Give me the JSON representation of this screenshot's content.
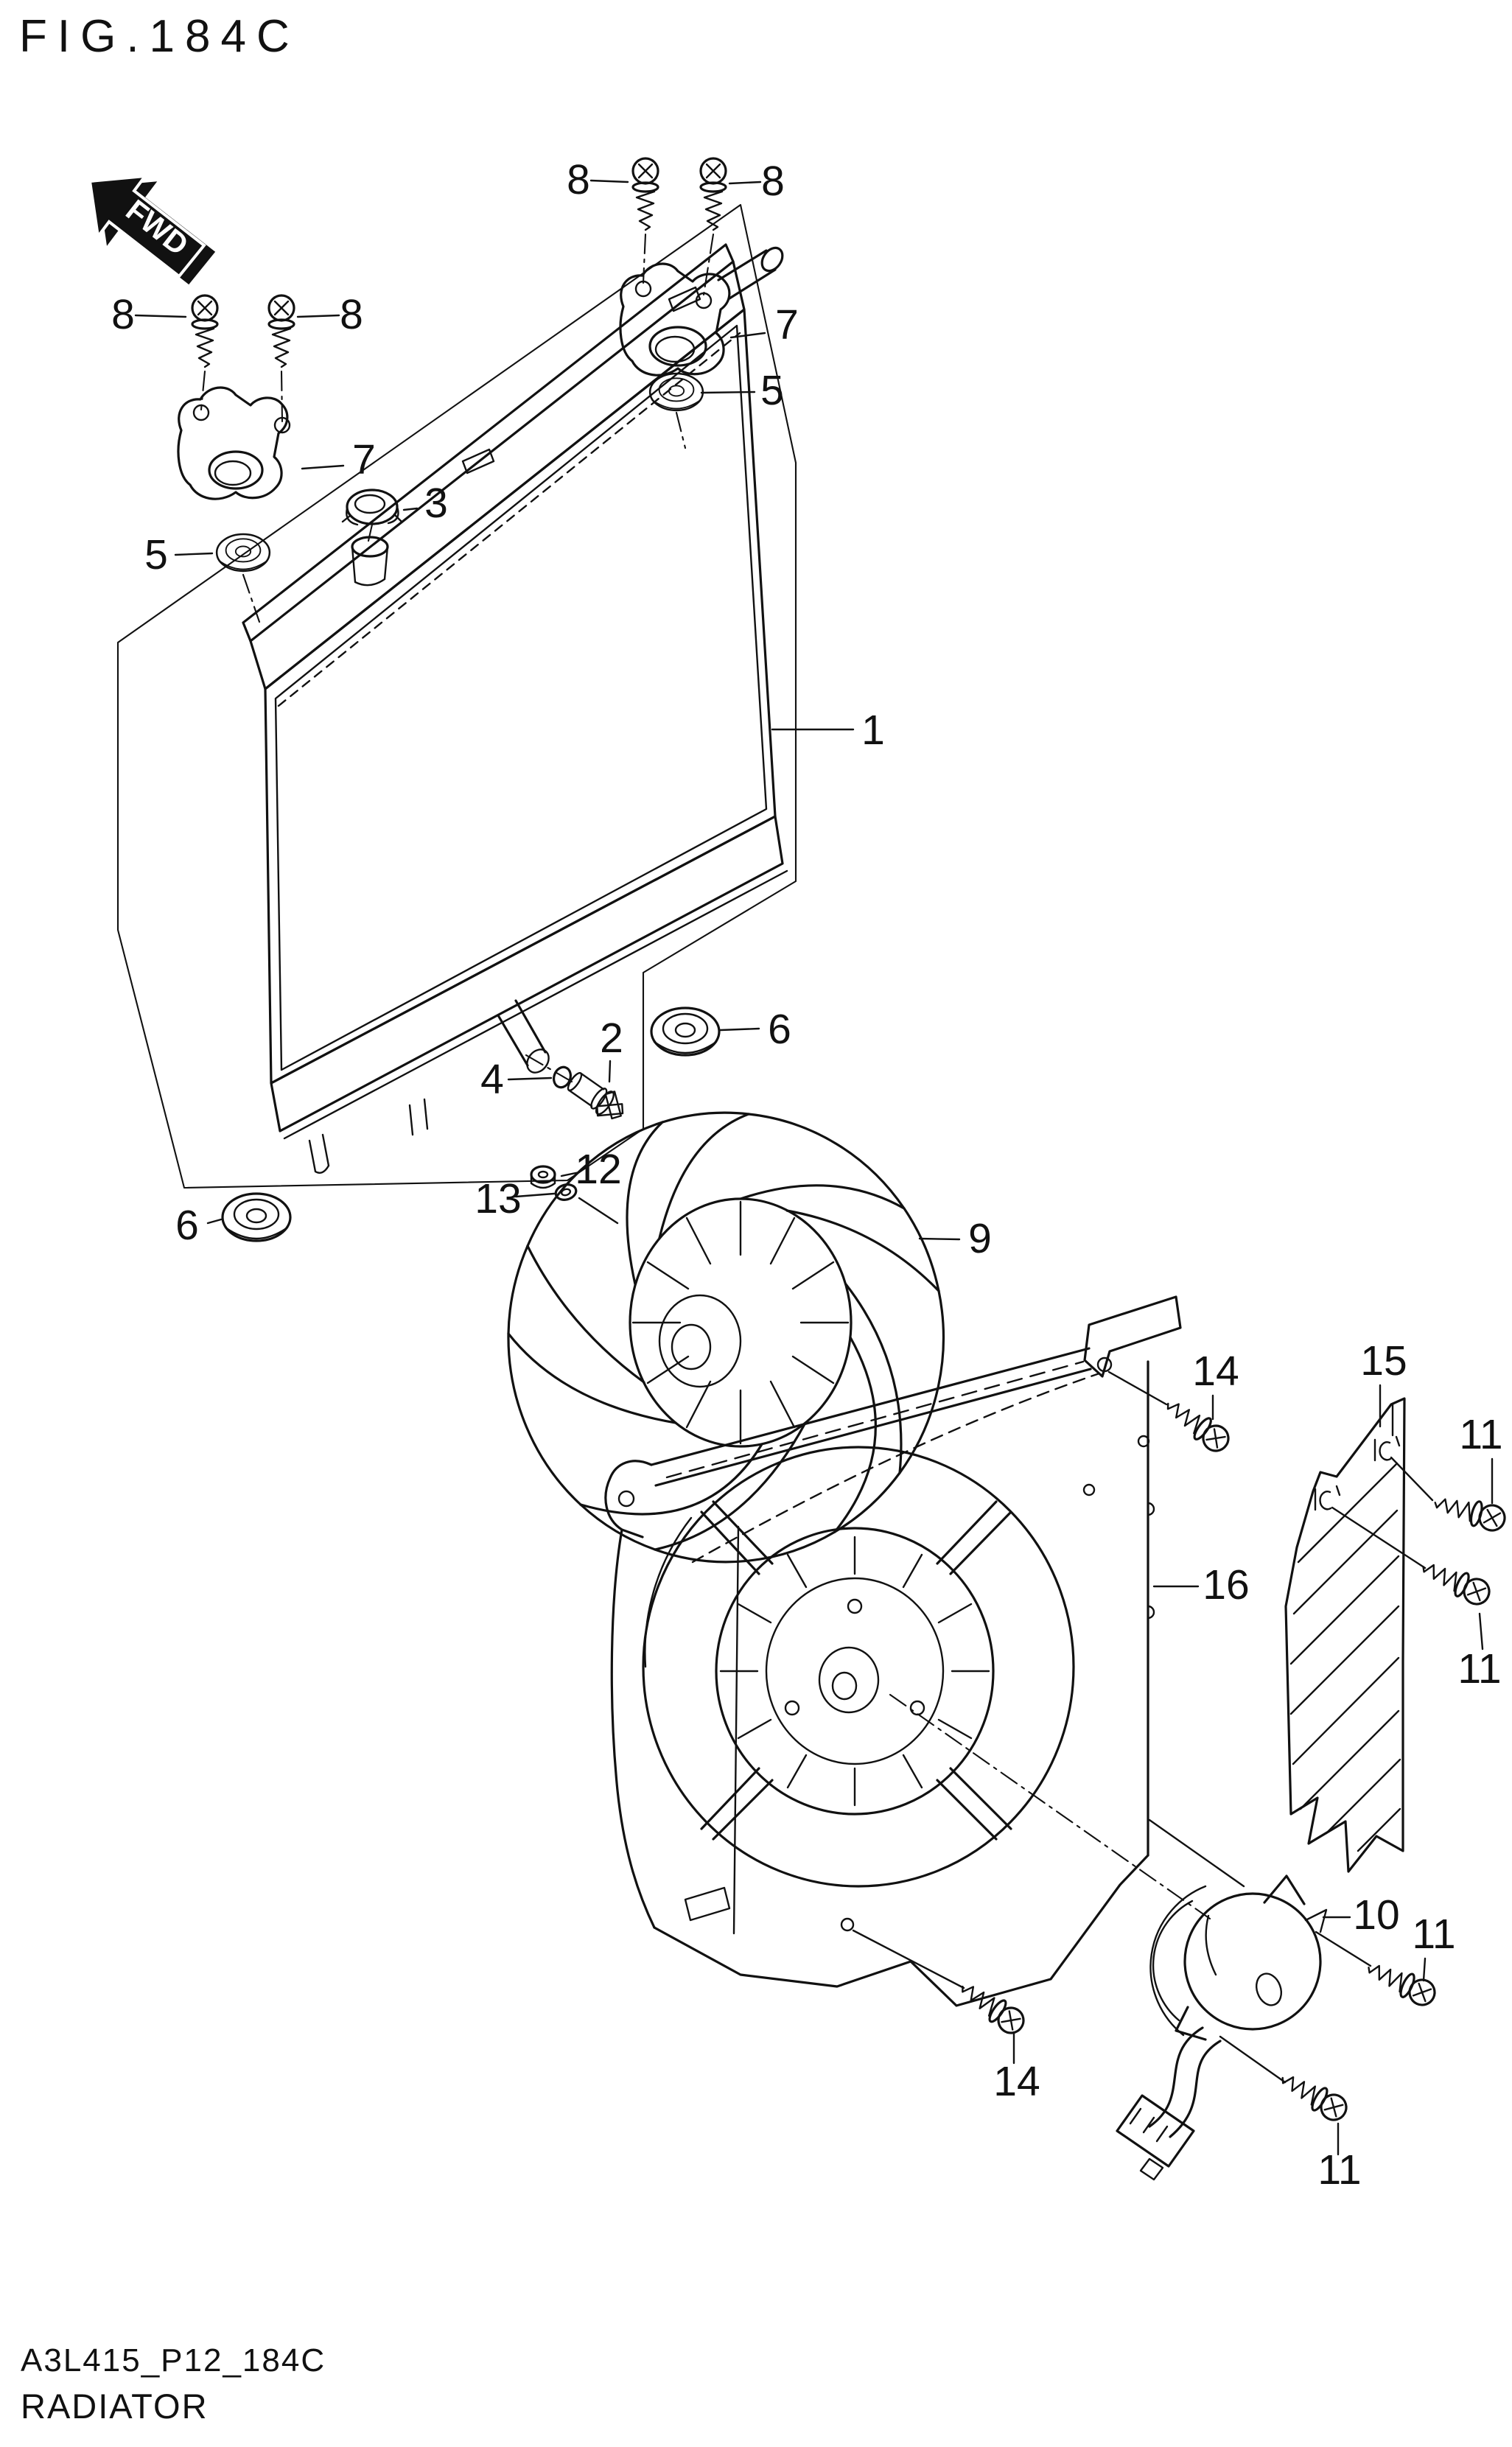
{
  "figure": {
    "title": "FIG.184C",
    "code": "A3L415_P12_184C",
    "name": "RADIATOR"
  },
  "fwd_marker": {
    "label": "FWD"
  },
  "callouts": [
    {
      "id": "top-bracket-screw-left",
      "label": "8"
    },
    {
      "id": "top-bracket-screw-right",
      "label": "8"
    },
    {
      "id": "top-bracket",
      "label": "7"
    },
    {
      "id": "top-mount-cushion",
      "label": "5"
    },
    {
      "id": "left-bracket-screw-left",
      "label": "8"
    },
    {
      "id": "left-bracket-screw-right",
      "label": "8"
    },
    {
      "id": "left-bracket",
      "label": "7"
    },
    {
      "id": "left-mount-cushion",
      "label": "5"
    },
    {
      "id": "radiator-cap",
      "label": "3"
    },
    {
      "id": "radiator",
      "label": "1"
    },
    {
      "id": "water-temp-sensor",
      "label": "2"
    },
    {
      "id": "sensor-o-ring",
      "label": "4"
    },
    {
      "id": "lower-cushion-right",
      "label": "6"
    },
    {
      "id": "lower-cushion-left",
      "label": "6"
    },
    {
      "id": "sensor-nut",
      "label": "12"
    },
    {
      "id": "sensor-washer",
      "label": "13"
    },
    {
      "id": "cooling-fan",
      "label": "9"
    },
    {
      "id": "shroud-screw-top",
      "label": "14"
    },
    {
      "id": "air-guide-panel",
      "label": "15"
    },
    {
      "id": "guide-screw-upper",
      "label": "11"
    },
    {
      "id": "guide-screw-lower",
      "label": "11"
    },
    {
      "id": "fan-shroud",
      "label": "16"
    },
    {
      "id": "fan-motor",
      "label": "10"
    },
    {
      "id": "motor-screw-right",
      "label": "11"
    },
    {
      "id": "shroud-screw-bottom",
      "label": "14"
    },
    {
      "id": "motor-screw-bottom",
      "label": "11"
    }
  ]
}
